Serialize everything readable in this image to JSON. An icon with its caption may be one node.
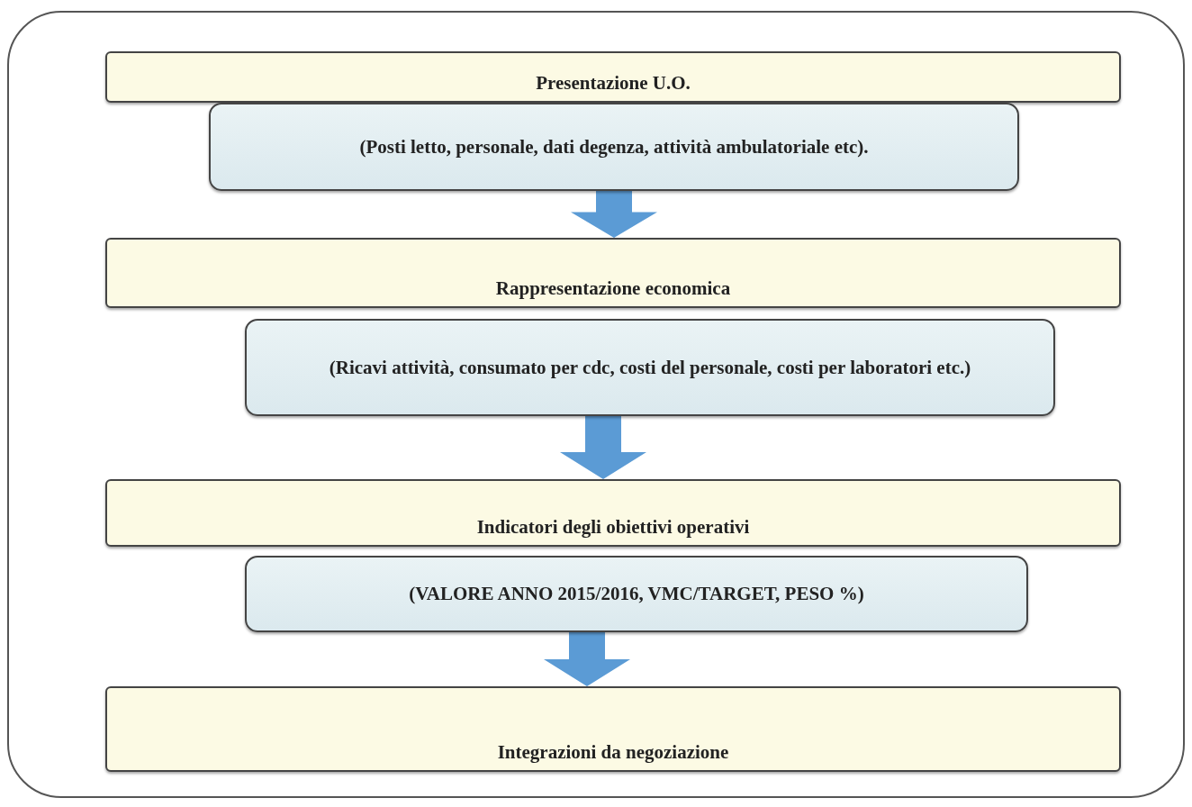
{
  "diagram": {
    "nodes": [
      {
        "text": [],
        "shape": "box"
      },
      {
        "text": [
          "Presentazione U.O."
        ],
        "in": 0
      },
      {
        "text": [
          "(Posti letto, personale, dati degenza, attività ambulatoriale etc)."
        ],
        "in": 0
      },
      {
        "text": [
          "Rappresentazione economica"
        ],
        "in": 0
      },
      {
        "text": [
          "(Ricavi attività, consumato per cdc, costi del personale, costi per laboratori etc.)"
        ],
        "in": 0
      },
      {
        "text": [
          "Indicatori degli obiettivi operativi"
        ],
        "in": 0
      },
      {
        "text": [
          "(VALORE ANNO 2015/2016, VMC/TARGET, PESO %)"
        ],
        "in": 0
      },
      {
        "text": [
          "Integrazioni da negoziazione"
        ],
        "in": 0
      }
    ],
    "edges": [
      {
        "from": 2,
        "to": 3,
        "arrow": "to"
      },
      {
        "from": 4,
        "to": 5,
        "arrow": "to"
      },
      {
        "from": 6,
        "to": 7,
        "arrow": "to"
      }
    ]
  }
}
